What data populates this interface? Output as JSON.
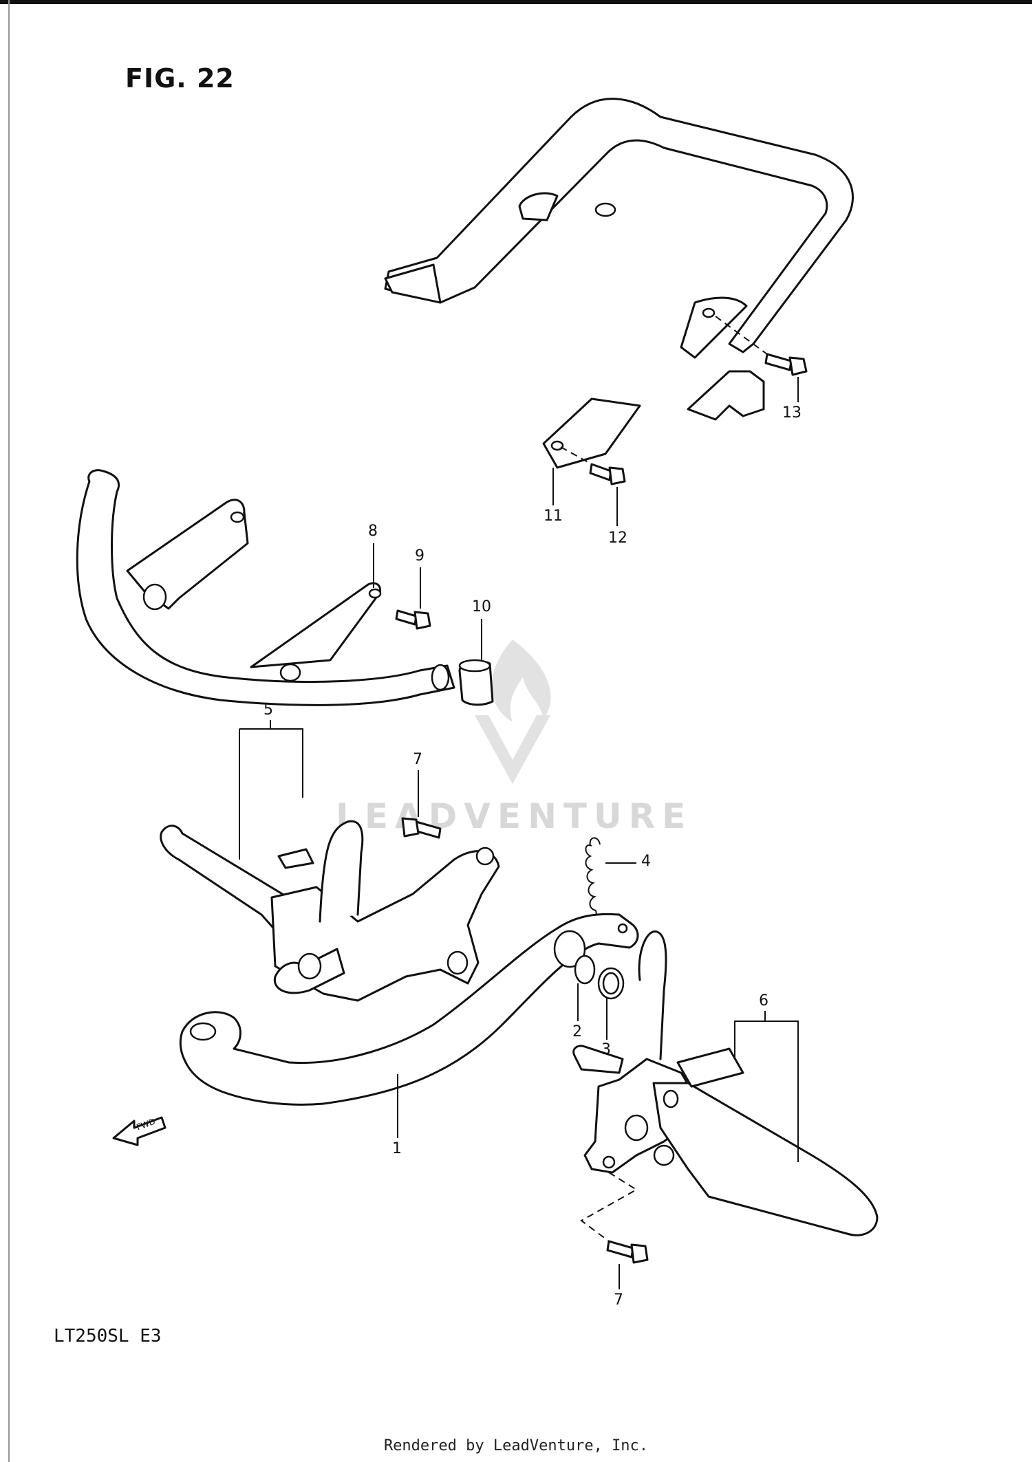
{
  "figure": {
    "title": "FIG. 22"
  },
  "model_code": "LT250SL  E3",
  "footer_text": "Rendered by LeadVenture, Inc.",
  "watermark_text": "LEADVENTURE",
  "fwd_label": "FWD",
  "callouts": {
    "c1": "1",
    "c2": "2",
    "c3": "3",
    "c4": "4",
    "c5": "5",
    "c6": "6",
    "c7a": "7",
    "c7b": "7",
    "c8": "8",
    "c9": "9",
    "c10": "10",
    "c11": "11",
    "c12": "12",
    "c13": "13"
  }
}
